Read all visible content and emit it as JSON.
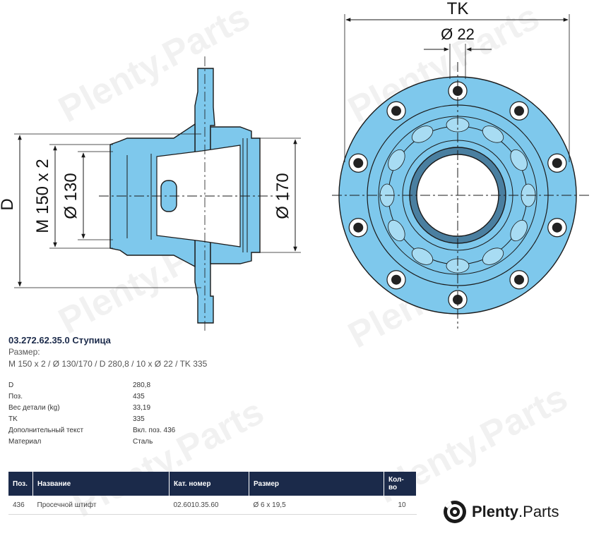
{
  "drawing": {
    "fill_color": "#7ec8ec",
    "line_color": "#1a1a1a",
    "dimensions": {
      "d": "D",
      "thread": "M 150 x 2",
      "dia130": "Ø 130",
      "dia170": "Ø 170",
      "tk": "TK",
      "dia22": "Ø 22"
    }
  },
  "part": {
    "title": "03.272.62.35.0 Ступица",
    "size_label": "Размер:",
    "size_value": "M 150 x 2 / Ø 130/170 / D 280,8 / 10 x Ø 22 / TK 335"
  },
  "specs": [
    {
      "key": "D",
      "value": "280,8"
    },
    {
      "key": "Поз.",
      "value": "435"
    },
    {
      "key": "Вес детали (kg)",
      "value": "33,19"
    },
    {
      "key": "TK",
      "value": "335"
    },
    {
      "key": "Дополнительный текст",
      "value": "Вкл. поз. 436"
    },
    {
      "key": "Материал",
      "value": "Сталь"
    }
  ],
  "table": {
    "headers": [
      "Поз.",
      "Название",
      "Кат. номер",
      "Размер",
      "Кол-во"
    ],
    "rows": [
      [
        "436",
        "Просечной штифт",
        "02.6010.35.60",
        "Ø 6 x 19,5",
        "10"
      ]
    ]
  },
  "watermark": {
    "text": "Plenty.Parts"
  },
  "brand": {
    "name_bold": "Plenty",
    "name_rest": ".Parts"
  }
}
